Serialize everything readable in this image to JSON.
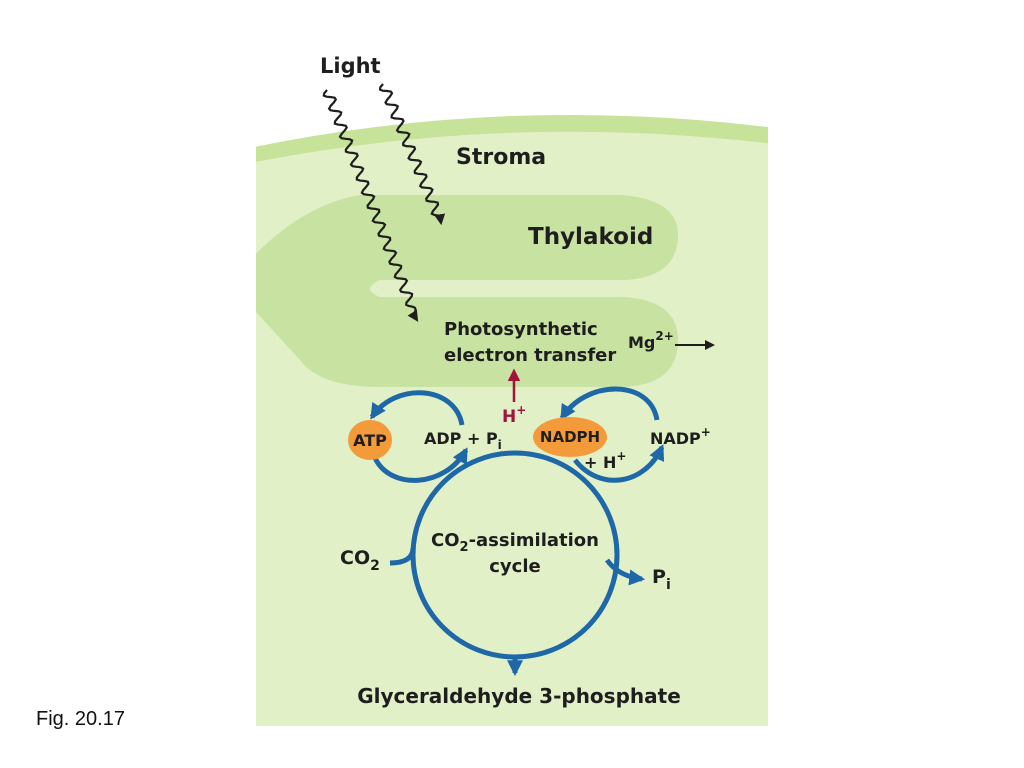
{
  "caption": "Fig. 20.17",
  "labels": {
    "light": "Light",
    "stroma": "Stroma",
    "thylakoid": "Thylakoid",
    "photosynthetic_line1": "Photosynthetic",
    "photosynthetic_line2": "electron transfer",
    "mg": "Mg",
    "mg_charge": "2+",
    "h": "H",
    "h_charge": "+",
    "atp": "ATP",
    "adp": "ADP + P",
    "adp_sub": "i",
    "nadph": "NADPH",
    "nadph_h": "+ H",
    "nadph_h_charge": "+",
    "nadp": "NADP",
    "nadp_charge": "+",
    "cycle_co": "CO",
    "cycle_sub": "2",
    "cycle_rest": "-assimilation",
    "cycle_line2": "cycle",
    "co2": "CO",
    "co2_sub": "2",
    "pi": "P",
    "pi_sub": "i",
    "product": "Glyceraldehyde 3-phosphate"
  },
  "colors": {
    "stroma_fill": "#e2f0c8",
    "stroma_band": "#c7e39a",
    "thylakoid_fill": "#c8e2a2",
    "cycle_blue": "#1f68a8",
    "orange": "#f39a3a",
    "h_red": "#a2133c"
  }
}
